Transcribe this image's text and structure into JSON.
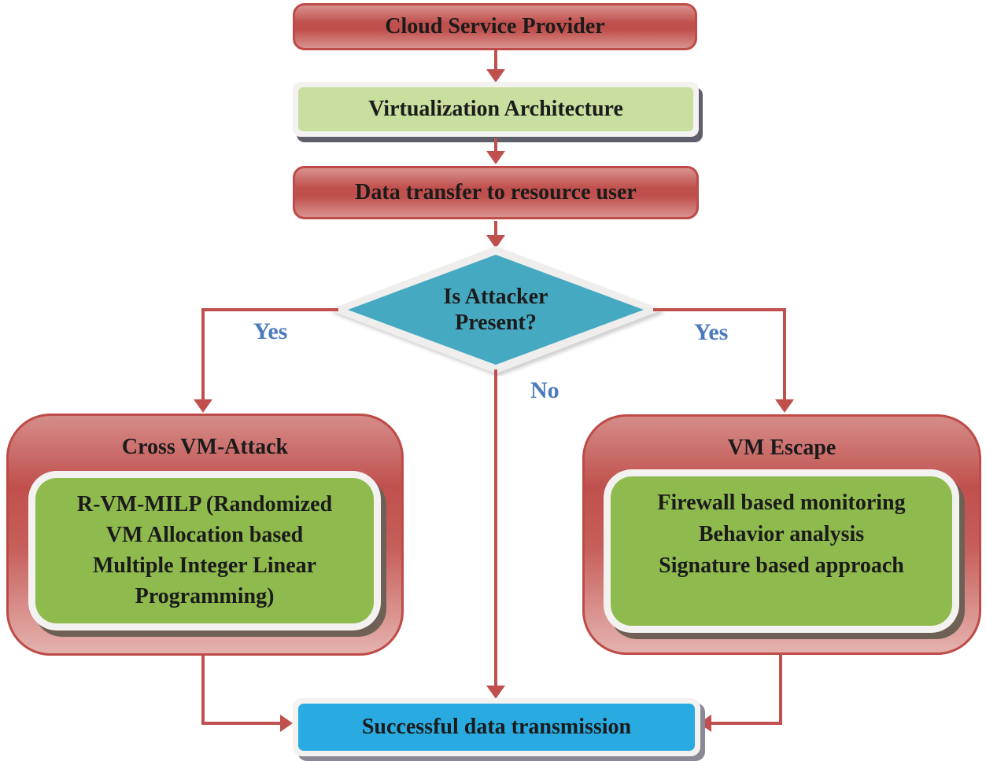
{
  "colors": {
    "line_red": "#C0504D",
    "red_border": "#BE4B47",
    "red_fill_dark": "#C0504D",
    "red_fill_light": "#D9928F",
    "red_fill_pale": "#E5B2AE",
    "green_inner": "#8FBA4E",
    "green_light": "#C9DF9F",
    "blue_box": "#29ABE2",
    "teal_diamond": "#46A9C2",
    "label_blue": "#4A7ABD",
    "frame_white": "#F3F2F0",
    "shadow_slate": "#5F5F6B",
    "shadow_brown": "#6F6055",
    "shadow_gray": "#8A8894",
    "text_dark": "#1B1B1B"
  },
  "nodes": {
    "cloud": {
      "label": "Cloud Service Provider"
    },
    "virtualization": {
      "label": "Virtualization Architecture"
    },
    "data_transfer": {
      "label": "Data transfer to resource user"
    },
    "decision": {
      "line1": "Is Attacker",
      "line2": "Present?"
    },
    "cross_vm": {
      "title": "Cross VM-Attack",
      "lines": [
        "R-VM-MILP (Randomized",
        "VM Allocation based",
        "Multiple Integer Linear",
        "Programming)"
      ]
    },
    "vm_escape": {
      "title": "VM Escape",
      "lines": [
        "Firewall based monitoring",
        "Behavior analysis",
        "Signature based approach"
      ]
    },
    "success": {
      "label": "Successful data transmission"
    }
  },
  "edge_labels": {
    "yes_left": "Yes",
    "yes_right": "Yes",
    "no": "No"
  }
}
